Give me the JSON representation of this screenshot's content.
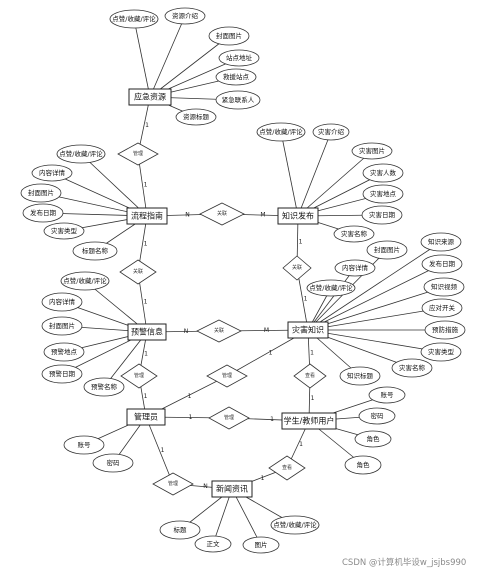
{
  "entities": [
    {
      "id": "yjzy",
      "label": "应急资源",
      "attrs": [
        {
          "label": "点赞/收藏/评论"
        },
        {
          "label": "资源介绍"
        },
        {
          "label": "封面图片"
        },
        {
          "label": "站点地址"
        },
        {
          "label": "救援站点"
        },
        {
          "label": "紧急联系人"
        },
        {
          "label": "资源标题"
        }
      ]
    },
    {
      "id": "lczn",
      "label": "流程指南",
      "attrs": [
        {
          "label": "点赞/收藏/评论"
        },
        {
          "label": "内容详情"
        },
        {
          "label": "封面图片"
        },
        {
          "label": "发布日期"
        },
        {
          "label": "灾害类型"
        },
        {
          "label": "标题名称"
        }
      ]
    },
    {
      "id": "zsfb",
      "label": "知识发布",
      "attrs": [
        {
          "label": "点赞/收藏/评论"
        },
        {
          "label": "灾害介绍"
        },
        {
          "label": "灾害图片"
        },
        {
          "label": "灾害人数"
        },
        {
          "label": "灾害地点"
        },
        {
          "label": "灾害日期"
        },
        {
          "label": "灾害名称"
        }
      ]
    },
    {
      "id": "yjxx",
      "label": "预警信息",
      "attrs": [
        {
          "label": "点赞/收藏/评论"
        },
        {
          "label": "内容详情"
        },
        {
          "label": "封面图片"
        },
        {
          "label": "预警地点"
        },
        {
          "label": "预警日期"
        },
        {
          "label": "预警名称"
        }
      ]
    },
    {
      "id": "zhzs",
      "label": "灾害知识",
      "attrs": [
        {
          "label": "内容详情"
        },
        {
          "label": "点赞/收藏/评论"
        },
        {
          "label": "封面图片"
        },
        {
          "label": "知识来源"
        },
        {
          "label": "发布日期"
        },
        {
          "label": "知识视频"
        },
        {
          "label": "应对开关"
        },
        {
          "label": "预防措施"
        },
        {
          "label": "灾害类型"
        },
        {
          "label": "灾害名称"
        },
        {
          "label": "知识标题"
        }
      ]
    },
    {
      "id": "gly",
      "label": "管理员",
      "attrs": [
        {
          "label": "账号"
        },
        {
          "label": "密码"
        }
      ]
    },
    {
      "id": "xs",
      "label": "学生/教师用户",
      "attrs": [
        {
          "label": "账号"
        },
        {
          "label": "密码"
        },
        {
          "label": "角色"
        },
        {
          "label": "角色"
        }
      ]
    },
    {
      "id": "xwzx",
      "label": "新闻资讯",
      "attrs": [
        {
          "label": "标题"
        },
        {
          "label": "正文"
        },
        {
          "label": "图片"
        },
        {
          "label": "点赞/收藏/评论"
        }
      ]
    }
  ],
  "relationships": [
    {
      "id": "r1",
      "label": "管理",
      "card_a": "1",
      "card_b": "1"
    },
    {
      "id": "r2",
      "label": "关联",
      "card_a": "N",
      "card_b": "M"
    },
    {
      "id": "r3",
      "label": "关联",
      "card_a": "1",
      "card_b": "1"
    },
    {
      "id": "r4",
      "label": "关联",
      "card_a": "1",
      "card_b": "1"
    },
    {
      "id": "r5",
      "label": "关联",
      "card_a": "N",
      "card_b": "M"
    },
    {
      "id": "r6",
      "label": "管理",
      "card_a": "1",
      "card_b": "1"
    },
    {
      "id": "r7",
      "label": "管理",
      "card_a": "1",
      "card_b": "1"
    },
    {
      "id": "r8",
      "label": "查看",
      "card_a": "1",
      "card_b": "1"
    },
    {
      "id": "r9",
      "label": "管理",
      "card_a": "1",
      "card_b": "1"
    },
    {
      "id": "r10",
      "label": "管理",
      "card_a": "1",
      "card_b": "N"
    },
    {
      "id": "r11",
      "label": "查看",
      "card_a": "1",
      "card_b": "1"
    }
  ],
  "watermark": "CSDN @计算机毕设w_jsjbs990"
}
